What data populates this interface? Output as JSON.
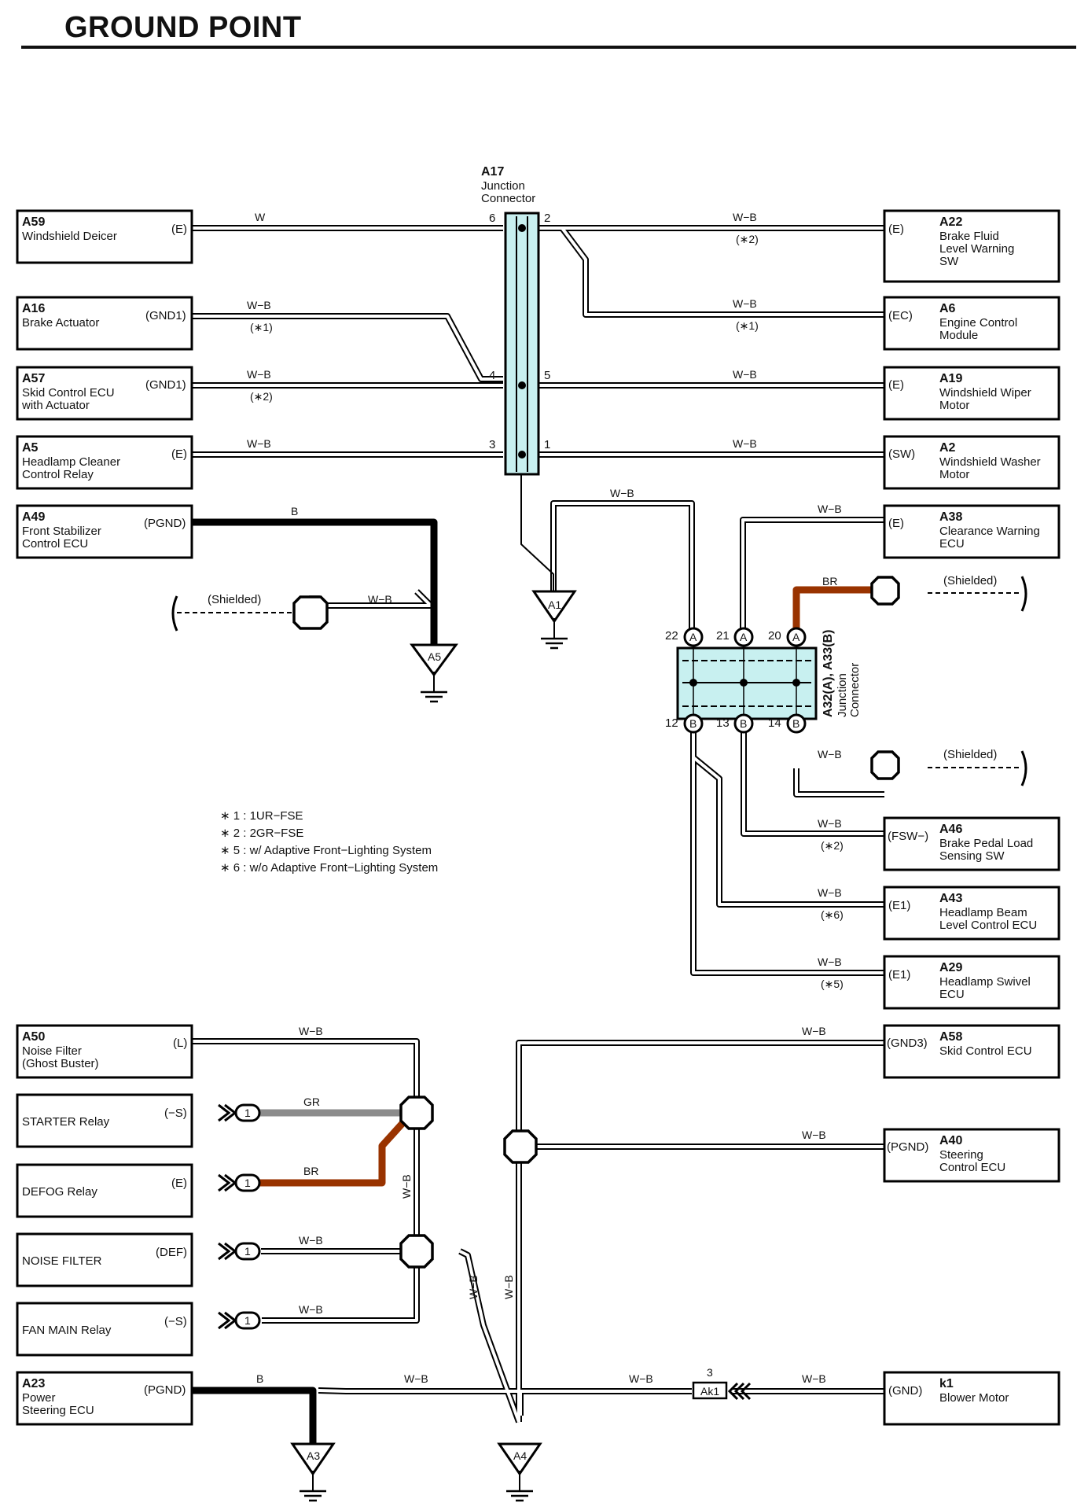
{
  "title": "GROUND POINT",
  "colors": {
    "wire_black": "#000000",
    "wire_gray": "#8c8c8c",
    "wire_brown": "#993300",
    "junction_fill": "#c8f0f0"
  },
  "junctions": {
    "a17": {
      "id": "A17",
      "line1": "Junction",
      "line2": "Connector",
      "pins": [
        "6",
        "2",
        "4",
        "5",
        "3",
        "1"
      ]
    },
    "a32": {
      "label": "A32(A), A33(B)",
      "sub1": "Junction",
      "sub2": "Connector",
      "top_pins": [
        "22",
        "21",
        "20"
      ],
      "top_letter": "A",
      "bot_pins": [
        "12",
        "13",
        "14"
      ],
      "bot_letter": "B"
    }
  },
  "components": {
    "a59": {
      "id": "A59",
      "line1": "Windshield Deicer",
      "line2": "",
      "line3": "",
      "pin": "(E)"
    },
    "a16": {
      "id": "A16",
      "line1": "Brake Actuator",
      "line2": "",
      "line3": "",
      "pin": "(GND1)"
    },
    "a57": {
      "id": "A57",
      "line1": "Skid Control ECU",
      "line2": "with Actuator",
      "line3": "",
      "pin": "(GND1)"
    },
    "a5": {
      "id": "A5",
      "line1": "Headlamp Cleaner",
      "line2": "Control Relay",
      "line3": "",
      "pin": "(E)"
    },
    "a49": {
      "id": "A49",
      "line1": "Front Stabilizer",
      "line2": "Control ECU",
      "line3": "",
      "pin": "(PGND)"
    },
    "a22": {
      "id": "A22",
      "line1": "Brake Fluid",
      "line2": "Level Warning",
      "line3": "SW",
      "pin": "(E)"
    },
    "a6": {
      "id": "A6",
      "line1": "Engine Control",
      "line2": "Module",
      "line3": "",
      "pin": "(EC)"
    },
    "a19": {
      "id": "A19",
      "line1": "Windshield Wiper",
      "line2": "Motor",
      "line3": "",
      "pin": "(E)"
    },
    "a2": {
      "id": "A2",
      "line1": "Windshield Washer",
      "line2": "Motor",
      "line3": "",
      "pin": "(SW)"
    },
    "a38": {
      "id": "A38",
      "line1": "Clearance Warning",
      "line2": "ECU",
      "line3": "",
      "pin": "(E)"
    },
    "a46": {
      "id": "A46",
      "line1": "Brake Pedal Load",
      "line2": "Sensing SW",
      "line3": "",
      "pin": "(FSW−)"
    },
    "a43": {
      "id": "A43",
      "line1": "Headlamp Beam",
      "line2": "Level Control ECU",
      "line3": "",
      "pin": "(E1)"
    },
    "a29": {
      "id": "A29",
      "line1": "Headlamp Swivel",
      "line2": "ECU",
      "line3": "",
      "pin": "(E1)"
    },
    "a50": {
      "id": "A50",
      "line1": "Noise Filter",
      "line2": "(Ghost Buster)",
      "line3": "",
      "pin": "(L)"
    },
    "starter": {
      "id": "",
      "line1": "STARTER Relay",
      "line2": "",
      "line3": "",
      "pin": "(−S)"
    },
    "defog": {
      "id": "",
      "line1": "DEFOG Relay",
      "line2": "",
      "line3": "",
      "pin": "(E)"
    },
    "noise": {
      "id": "",
      "line1": "NOISE FILTER",
      "line2": "",
      "line3": "",
      "pin": "(DEF)"
    },
    "fan": {
      "id": "",
      "line1": "FAN MAIN Relay",
      "line2": "",
      "line3": "",
      "pin": "(−S)"
    },
    "a23": {
      "id": "A23",
      "line1": "Power",
      "line2": "Steering ECU",
      "line3": "",
      "pin": "(PGND)"
    },
    "a58": {
      "id": "A58",
      "line1": "Skid Control ECU",
      "line2": "",
      "line3": "",
      "pin": "(GND3)"
    },
    "a40": {
      "id": "A40",
      "line1": "Steering",
      "line2": "Control ECU",
      "line3": "",
      "pin": "(PGND)"
    },
    "k1": {
      "id": "k1",
      "line1": "Blower Motor",
      "line2": "",
      "line3": "",
      "pin": "(GND)"
    }
  },
  "wires": {
    "w": "W",
    "wb": "W−B",
    "b": "B",
    "br": "BR",
    "gr": "GR",
    "n1": "(∗1)",
    "n2": "(∗2)",
    "n5": "(∗5)",
    "n6": "(∗6)"
  },
  "grounds": {
    "a1": "A1",
    "a5": "A5",
    "a3": "A3",
    "a4": "A4"
  },
  "shielded": "(Shielded)",
  "inline_connector": {
    "pin": "1"
  },
  "ak1": {
    "label": "Ak1",
    "pin": "3"
  },
  "notes": [
    "∗ 1 : 1UR−FSE",
    "∗ 2 : 2GR−FSE",
    "∗ 5 : w/ Adaptive Front−Lighting System",
    "∗ 6 : w/o Adaptive Front−Lighting System"
  ]
}
